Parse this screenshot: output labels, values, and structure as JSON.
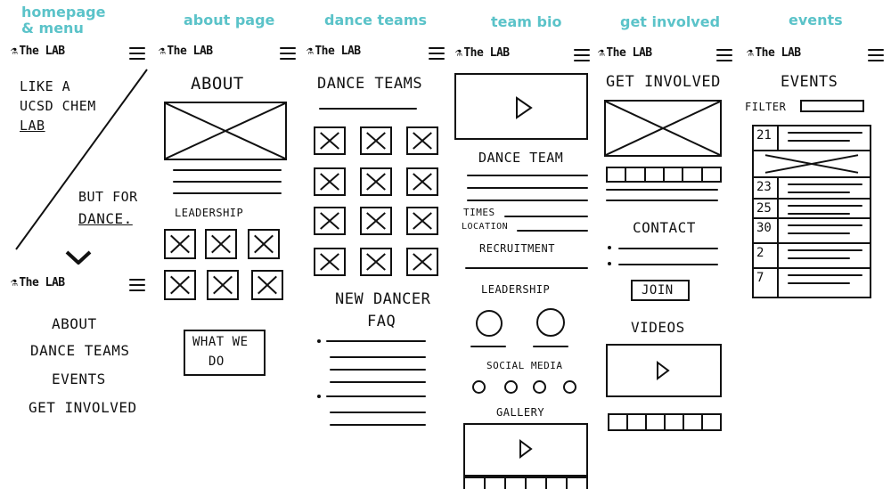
{
  "columns": {
    "homepage": "homepage\n& menu",
    "about": "about page",
    "teams": "dance teams",
    "bio": "team bio",
    "involved": "get involved",
    "events": "events"
  },
  "logo_text": "The LAB",
  "home": {
    "line1": "LIKE A",
    "line2": "UCSD CHEM",
    "line3": "LAB",
    "line4": "BUT FOR",
    "line5": "DANCE.",
    "menu": [
      "ABOUT",
      "DANCE TEAMS",
      "EVENTS",
      "GET INVOLVED"
    ]
  },
  "about": {
    "title": "ABOUT",
    "leadership": "LEADERSHIP",
    "cta_line1": "WHAT WE",
    "cta_line2": "DO"
  },
  "teams": {
    "title": "DANCE TEAMS",
    "faq_line1": "NEW DANCER",
    "faq_line2": "FAQ"
  },
  "bio": {
    "title": "DANCE TEAM",
    "times": "TIMES",
    "location": "LOCATION",
    "recruitment": "RECRUITMENT",
    "leadership": "LEADERSHIP",
    "social": "SOCIAL MEDIA",
    "gallery": "GALLERY"
  },
  "involved": {
    "title": "GET INVOLVED",
    "contact": "CONTACT",
    "join": "JOIN",
    "videos": "VIDEOS"
  },
  "events": {
    "title": "EVENTS",
    "filter": "FILTER",
    "dates": [
      "21",
      "23",
      "25",
      "30",
      "2",
      "7"
    ]
  }
}
